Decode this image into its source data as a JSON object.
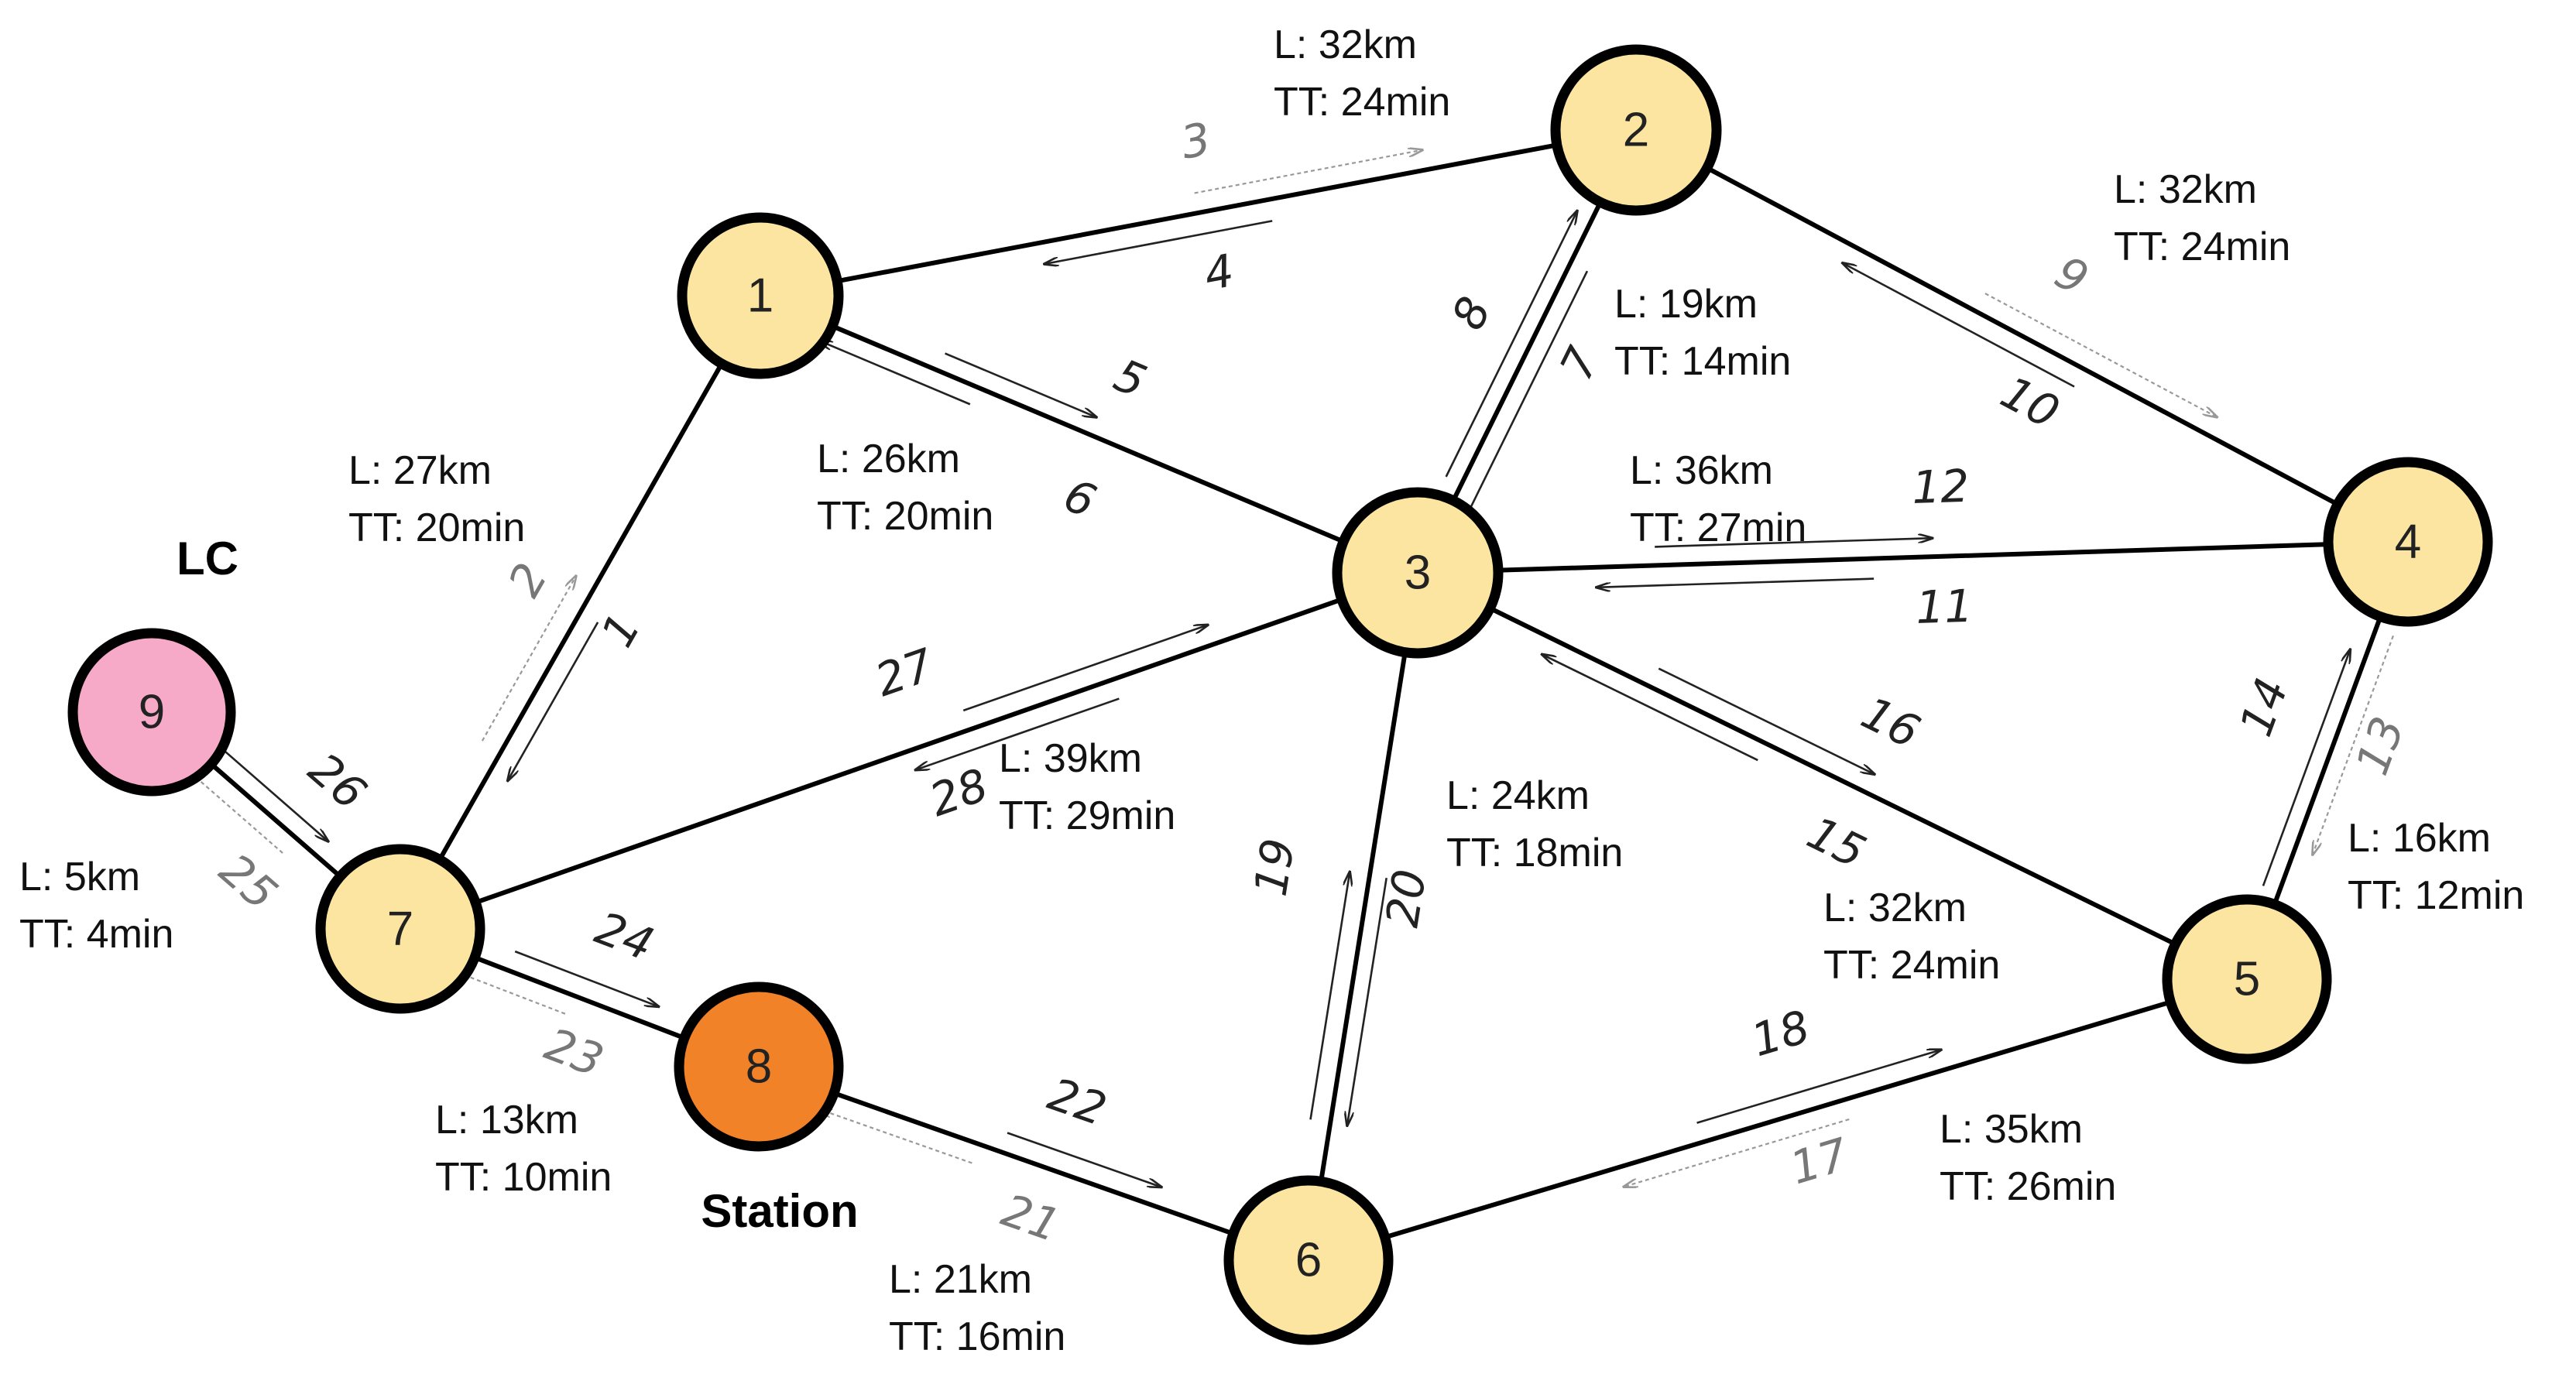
{
  "nodes": [
    {
      "id": "1",
      "label": "1",
      "color": "#fbe5a0",
      "caption": ""
    },
    {
      "id": "2",
      "label": "2",
      "color": "#fbe5a0",
      "caption": ""
    },
    {
      "id": "3",
      "label": "3",
      "color": "#fbe5a0",
      "caption": ""
    },
    {
      "id": "4",
      "label": "4",
      "color": "#fbe5a0",
      "caption": ""
    },
    {
      "id": "5",
      "label": "5",
      "color": "#fbe5a0",
      "caption": ""
    },
    {
      "id": "6",
      "label": "6",
      "color": "#fbe5a0",
      "caption": ""
    },
    {
      "id": "7",
      "label": "7",
      "color": "#fbe5a0",
      "caption": ""
    },
    {
      "id": "8",
      "label": "8",
      "color": "#f28228",
      "caption": "Station"
    },
    {
      "id": "9",
      "label": "9",
      "color": "#f7a9c8",
      "caption": "LC"
    }
  ],
  "edges": [
    {
      "from": "1",
      "to": "2",
      "length": "L: 32km",
      "travel_time": "TT: 24min",
      "arc_forward": "3",
      "arc_backward": "4"
    },
    {
      "from": "1",
      "to": "3",
      "length": "L: 26km",
      "travel_time": "TT: 20min",
      "arc_forward": "5",
      "arc_backward": "6"
    },
    {
      "from": "7",
      "to": "1",
      "length": "L: 27km",
      "travel_time": "TT: 20min",
      "arc_forward": "2",
      "arc_backward": "1"
    },
    {
      "from": "3",
      "to": "2",
      "length": "L: 19km",
      "travel_time": "TT: 14min",
      "arc_forward": "8",
      "arc_backward": "7"
    },
    {
      "from": "2",
      "to": "4",
      "length": "L: 32km",
      "travel_time": "TT: 24min",
      "arc_forward": "9",
      "arc_backward": "10"
    },
    {
      "from": "3",
      "to": "4",
      "length": "L: 36km",
      "travel_time": "TT: 27min",
      "arc_forward": "12",
      "arc_backward": "11"
    },
    {
      "from": "7",
      "to": "3",
      "length": "L: 39km",
      "travel_time": "TT: 29min",
      "arc_forward": "27",
      "arc_backward": "28"
    },
    {
      "from": "6",
      "to": "3",
      "length": "L: 24km",
      "travel_time": "TT: 18min",
      "arc_forward": "19",
      "arc_backward": "20"
    },
    {
      "from": "3",
      "to": "5",
      "length": "L: 32km",
      "travel_time": "TT: 24min",
      "arc_forward": "16",
      "arc_backward": "15"
    },
    {
      "from": "5",
      "to": "4",
      "length": "L: 16km",
      "travel_time": "TT: 12min",
      "arc_forward": "14",
      "arc_backward": "13"
    },
    {
      "from": "6",
      "to": "5",
      "length": "L: 35km",
      "travel_time": "TT: 26min",
      "arc_forward": "18",
      "arc_backward": "17"
    },
    {
      "from": "8",
      "to": "6",
      "length": "L: 21km",
      "travel_time": "TT: 16min",
      "arc_forward": "22",
      "arc_backward": "21"
    },
    {
      "from": "7",
      "to": "8",
      "length": "L: 13km",
      "travel_time": "TT: 10min",
      "arc_forward": "24",
      "arc_backward": "23"
    },
    {
      "from": "9",
      "to": "7",
      "length": "L: 5km",
      "travel_time": "TT: 4min",
      "arc_forward": "26",
      "arc_backward": "25"
    }
  ]
}
